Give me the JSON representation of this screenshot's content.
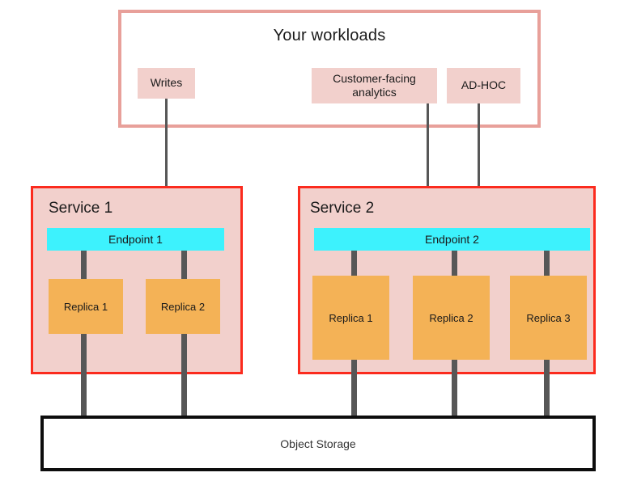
{
  "diagram": {
    "title": "Your workloads",
    "workloads": [
      {
        "label": "Writes"
      },
      {
        "label": "Customer-facing analytics"
      },
      {
        "label": "AD-HOC"
      }
    ],
    "services": [
      {
        "label": "Service 1",
        "endpoint": "Endpoint 1",
        "replicas": [
          {
            "label": "Replica 1"
          },
          {
            "label": "Replica 2"
          }
        ]
      },
      {
        "label": "Service 2",
        "endpoint": "Endpoint 2",
        "replicas": [
          {
            "label": "Replica 1"
          },
          {
            "label": "Replica 2"
          },
          {
            "label": "Replica 3"
          }
        ]
      }
    ],
    "storage": {
      "label": "Object Storage"
    },
    "colors": {
      "workload_border": "#e8a09a",
      "workload_chip_fill": "#f2d0cc",
      "service_border": "#fb2b1e",
      "service_fill": "#f2d0cc",
      "endpoint_fill": "#3df2fd",
      "replica_fill": "#f4b256",
      "connector": "#575757",
      "storage_border": "#0d0d0d",
      "background": "#ffffff"
    }
  }
}
